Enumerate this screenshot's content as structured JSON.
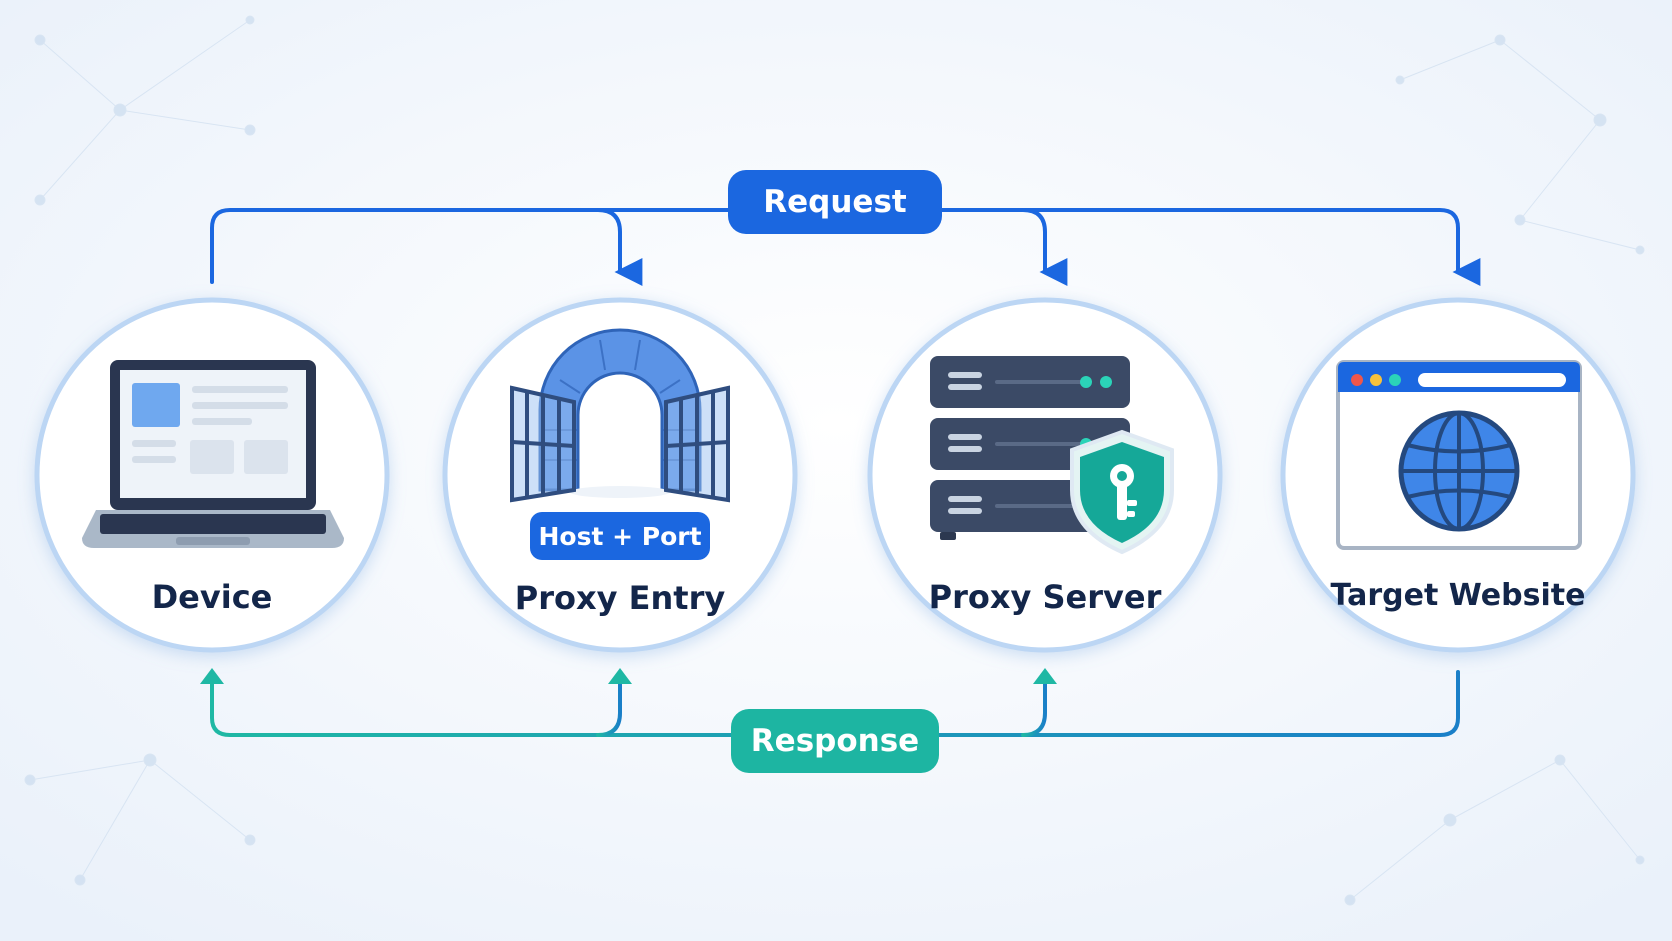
{
  "request": {
    "label": "Request"
  },
  "response": {
    "label": "Response"
  },
  "nodes": [
    {
      "label": "Device"
    },
    {
      "label": "Proxy Entry",
      "badge": "Host + Port"
    },
    {
      "label": "Proxy Server"
    },
    {
      "label": "Target Website"
    }
  ],
  "colors": {
    "request": "#1b67e0",
    "response": "#1db5a2",
    "circle_border": "#bcd6f4",
    "label": "#13264a"
  }
}
